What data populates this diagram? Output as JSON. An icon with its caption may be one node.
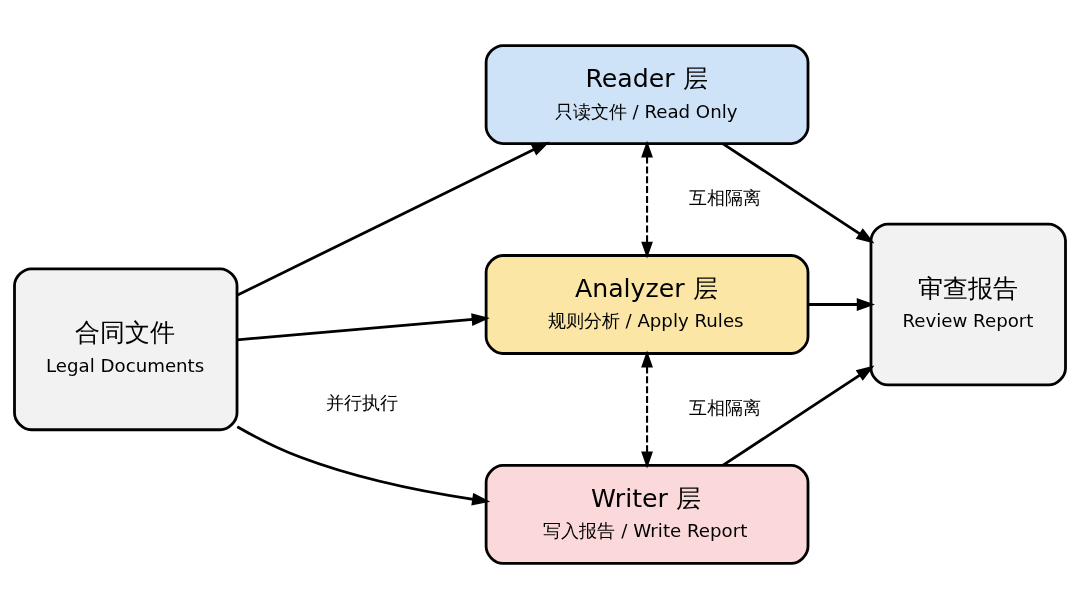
{
  "diagram": {
    "nodes": [
      {
        "text": [
          "合同文件",
          "Legal Documents"
        ]
      },
      {
        "text": [
          "Reader 层",
          "只读文件 / Read Only"
        ]
      },
      {
        "text": [
          "Analyzer 层",
          "规则分析 / Apply Rules"
        ]
      },
      {
        "text": [
          "Writer 层",
          "写入报告 / Write Report"
        ]
      },
      {
        "text": [
          "审查报告",
          "Review Report"
        ]
      }
    ],
    "edges": [
      {
        "from": 0,
        "to": 1,
        "arrow": "to"
      },
      {
        "from": 0,
        "to": 2,
        "arrow": "to"
      },
      {
        "from": 0,
        "to": 3,
        "arrow": "to"
      },
      {
        "from": 1,
        "to": 2,
        "arrow": "both",
        "style": "dashed",
        "label": "互相隔离"
      },
      {
        "from": 2,
        "to": 3,
        "arrow": "both",
        "style": "dashed",
        "label": "互相隔离"
      },
      {
        "from": 1,
        "to": 4,
        "arrow": "to"
      },
      {
        "from": 2,
        "to": 4,
        "arrow": "to"
      },
      {
        "from": 3,
        "to": 4,
        "arrow": "to"
      }
    ],
    "labels": [
      "并行执行"
    ]
  }
}
